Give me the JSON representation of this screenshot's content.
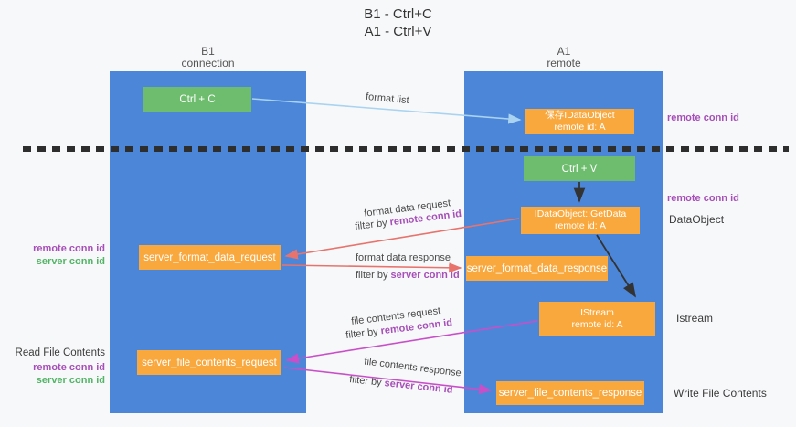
{
  "title": {
    "line1": "B1 - Ctrl+C",
    "line2": "A1 - Ctrl+V"
  },
  "columns": {
    "left": {
      "name": "B1",
      "role": "connection"
    },
    "right": {
      "name": "A1",
      "role": "remote"
    }
  },
  "nodes": {
    "ctrl_c": "Ctrl + C",
    "ctrl_v": "Ctrl + V",
    "save_idataobject": {
      "line1": "保存IDataObject",
      "line2": "remote id: A"
    },
    "getdata": {
      "line1": "IDataObject::GetData",
      "line2": "remote id: A"
    },
    "istream": {
      "line1": "IStream",
      "line2": "remote id: A"
    },
    "server_format_data_request": "server_format_data_request",
    "server_format_data_response": "server_format_data_response",
    "server_file_contents_request": "server_file_contents_request",
    "server_file_contents_response": "server_file_contents_response"
  },
  "edge_labels": {
    "format_list": "format list",
    "format_data_request": "format data request",
    "format_data_response": "format data response",
    "file_contents_request": "file contents request",
    "file_contents_response": "file contents response",
    "filter_by": "filter by ",
    "remote_conn_id": "remote conn id",
    "server_conn_id": "server conn id"
  },
  "side_labels": {
    "remote_conn_id_top": "remote conn id",
    "remote_conn_id_mid": "remote conn id",
    "dataobject": "DataObject",
    "istream": "Istream",
    "write_file_contents": "Write File Contents",
    "read_file_contents": "Read File Contents",
    "remote_conn_id": "remote conn id",
    "server_conn_id": "server conn id"
  },
  "colors": {
    "column_blue": "#4c86d8",
    "node_green": "#6ebd6e",
    "node_orange": "#f9a83e",
    "arrow_light_blue": "#a9d3f0",
    "arrow_red": "#e8736c",
    "arrow_magenta": "#c94fc9",
    "arrow_black": "#333333",
    "text_purple": "#a74fb8",
    "text_green": "#53b466",
    "background": "#f7f8fa"
  }
}
